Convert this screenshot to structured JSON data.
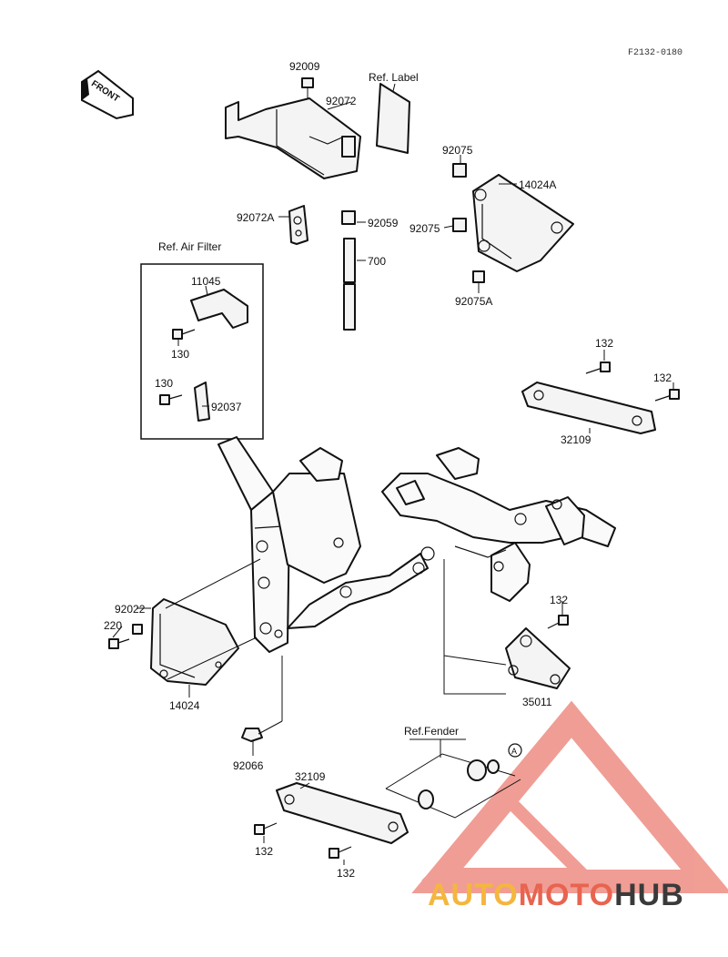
{
  "figure_code": "F2132-0180",
  "front_arrow_label": "FRONT",
  "ref_labels": {
    "label": "Ref. Label",
    "air_filter": "Ref. Air Filter",
    "fender": "Ref.Fender",
    "circle_a": "A"
  },
  "parts": {
    "p92009": "92009",
    "p92072": "92072",
    "p92072A": "92072A",
    "p92059": "92059",
    "p700": "700",
    "p92075_top": "92075",
    "p92075_mid": "92075",
    "p14024A": "14024A",
    "p92075A": "92075A",
    "p11045": "11045",
    "p130_a": "130",
    "p130_b": "130",
    "p92037": "92037",
    "p132_a": "132",
    "p132_b": "132",
    "p32109_top": "32109",
    "p92022": "92022",
    "p220": "220",
    "p14024": "14024",
    "p132_c": "132",
    "p35011": "35011",
    "p92066": "92066",
    "p32109_bottom": "32109",
    "p132_d": "132",
    "p132_e": "132"
  },
  "watermark": {
    "part1": "AUTO",
    "part2": "MOTO",
    "part3": "HUB",
    "colors": {
      "auto": "#f4b63f",
      "moto": "#e8644f",
      "hub": "#3a3a3a",
      "triangle": "#ec7d72"
    }
  }
}
